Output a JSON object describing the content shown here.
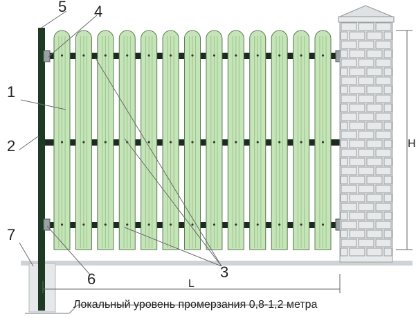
{
  "colors": {
    "picket_fill": "#c5e5b8",
    "picket_stroke": "#5a7a52",
    "post": "#1f3a24",
    "rail": "#1c2b1f",
    "brick_fill": "#e7e9ea",
    "brick_stroke": "#9aa0a4",
    "ground": "#cfd3d6",
    "leader": "#6a6a6a"
  },
  "fence": {
    "picket_count": 13
  },
  "callouts": {
    "n1": "1",
    "n2": "2",
    "n3": "3",
    "n4": "4",
    "n5": "5",
    "n6": "6",
    "n7": "7"
  },
  "dimensions": {
    "height_label": "H",
    "length_label": "L"
  },
  "caption": "Локальный уровень промерзания 0,8-1,2 метра"
}
